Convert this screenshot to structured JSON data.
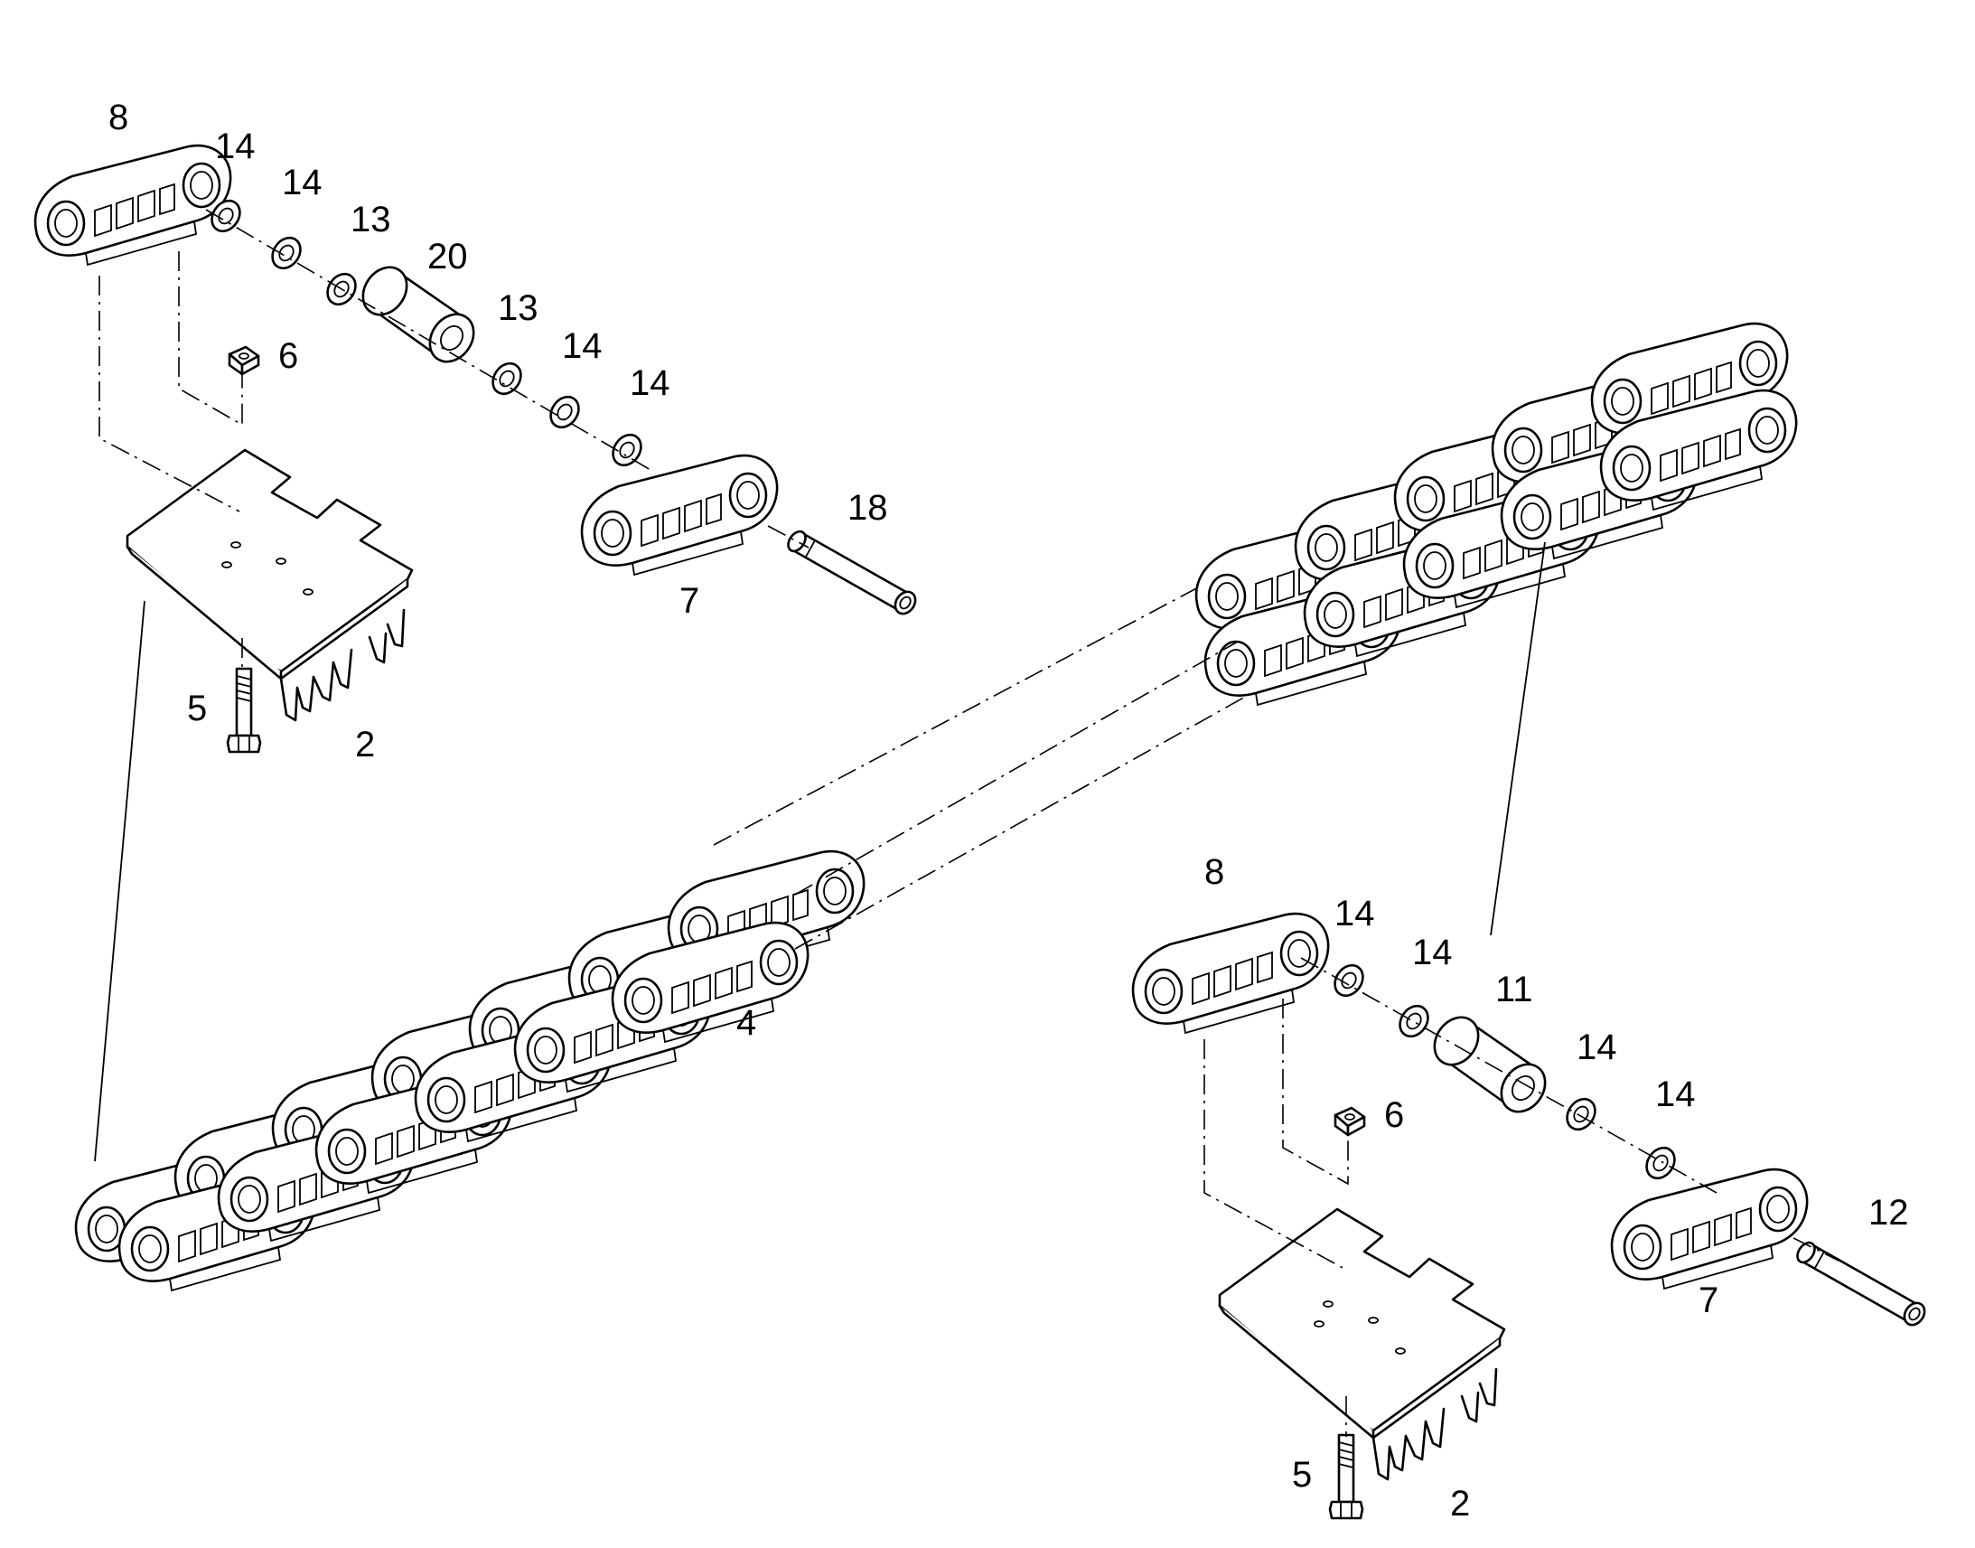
{
  "callouts": {
    "top_left": {
      "link_outer": "8",
      "washer_a": "14",
      "washer_b": "14",
      "spacer_a": "13",
      "bushing": "20",
      "spacer_b": "13",
      "washer_c": "14",
      "washer_d": "14",
      "nut": "6",
      "link_inner": "7",
      "pin": "18",
      "bolt": "5",
      "shoe": "2"
    },
    "chain": "4",
    "bottom_right": {
      "link_outer": "8",
      "washer_a": "14",
      "washer_b": "14",
      "bushing": "11",
      "washer_c": "14",
      "washer_d": "14",
      "nut": "6",
      "link_inner": "7",
      "pin": "12",
      "bolt": "5",
      "shoe": "2"
    }
  }
}
